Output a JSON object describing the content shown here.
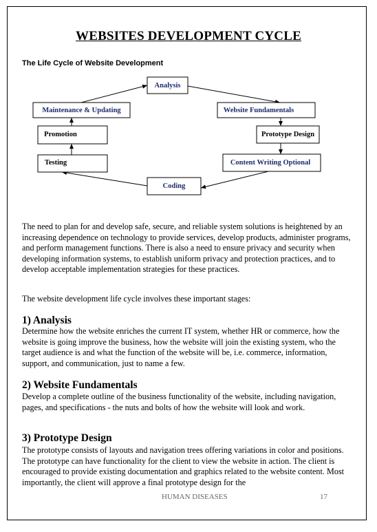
{
  "title": "WEBSITES DEVELOPMENT CYCLE",
  "subtitle": "The Life Cycle of Website Development",
  "diagram": {
    "nodes": {
      "analysis": "Analysis",
      "maintenance": "Maintenance & Updating",
      "fundamentals": "Website Fundamentals",
      "promotion": "Promotion",
      "prototype": "Prototype Design",
      "testing": "Testing",
      "content": "Content Writing Optional",
      "coding": "Coding"
    },
    "colors": {
      "highlight_text": "#1f2a6b",
      "normal_text": "#000000"
    }
  },
  "intro_paragraph": "The need to plan for and develop safe, secure, and reliable system solutions is heightened by an increasing dependence on technology to provide services, develop products, administer programs, and perform management functions. There is also a need to ensure privacy and security when developing information systems, to establish uniform privacy and protection practices, and to develop acceptable implementation strategies for these practices.",
  "stages_intro": "The website development life cycle involves these important stages:",
  "sections": [
    {
      "heading": "1) Analysis",
      "text": "Determine how the website enriches the current IT system, whether HR or commerce, how the website is going improve the business, how the website will join the existing system, who the target audience is and what the function of the website will be, i.e. commerce, information, support, and communication, just to name a few."
    },
    {
      "heading": "2) Website Fundamentals",
      "text": "Develop a complete outline of the business functionality of the website, including navigation, pages, and specifications - the nuts and bolts of how the website will look and work."
    },
    {
      "heading": "3) Prototype Design",
      "text": "The prototype consists of layouts and navigation trees offering variations in color and positions. The prototype can have functionality for the client to view the website in action. The client is encouraged to provide existing documentation and graphics related to the website content. Most importantly, the client will approve a final prototype design for the"
    }
  ],
  "footer": {
    "label": "HUMAN DISEASES",
    "page": "17"
  }
}
